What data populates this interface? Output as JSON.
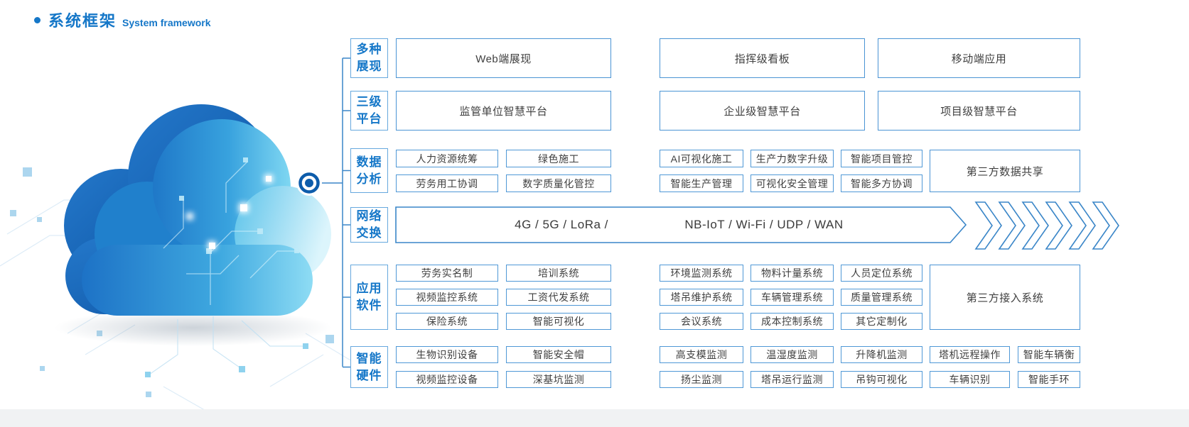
{
  "title": {
    "zh": "系统框架",
    "en": "System framework"
  },
  "categories": [
    "多种展现",
    "三级平台",
    "数据分析",
    "网络交换",
    "应用软件",
    "智能硬件"
  ],
  "display": [
    "Web端展现",
    "指挥级看板",
    "移动端应用"
  ],
  "platforms": [
    "监管单位智慧平台",
    "企业级智慧平台",
    "项目级智慧平台"
  ],
  "analysis": {
    "r1": [
      "人力资源统筹",
      "绿色施工",
      "AI可视化施工",
      "生产力数字升级",
      "智能项目管控"
    ],
    "r2": [
      "劳务用工协调",
      "数字质量化管控",
      "智能生产管理",
      "可视化安全管理",
      "智能多方协调"
    ],
    "tall": "第三方数据共享"
  },
  "network": {
    "seg1": "4G / 5G / LoRa /",
    "seg2": "NB-IoT / Wi-Fi / UDP / WAN"
  },
  "software": {
    "r1": [
      "劳务实名制",
      "培训系统",
      "环境监测系统",
      "物料计量系统",
      "人员定位系统"
    ],
    "r2": [
      "视频监控系统",
      "工资代发系统",
      "塔吊维护系统",
      "车辆管理系统",
      "质量管理系统"
    ],
    "r3": [
      "保险系统",
      "智能可视化",
      "会议系统",
      "成本控制系统",
      "其它定制化"
    ],
    "tall": "第三方接入系统"
  },
  "hardware": {
    "r1": [
      "生物识别设备",
      "智能安全帽",
      "高支模监测",
      "温湿度监测",
      "升降机监测",
      "塔机远程操作",
      "智能车辆衡"
    ],
    "r2": [
      "视频监控设备",
      "深基坑监测",
      "扬尘监测",
      "塔吊运行监测",
      "吊钩可视化",
      "车辆识别",
      "智能手环"
    ]
  },
  "colors": {
    "accent": "#1577c8",
    "box_border": "#4a94d4",
    "line": "#3a86c8",
    "text": "#3f3f3f"
  }
}
